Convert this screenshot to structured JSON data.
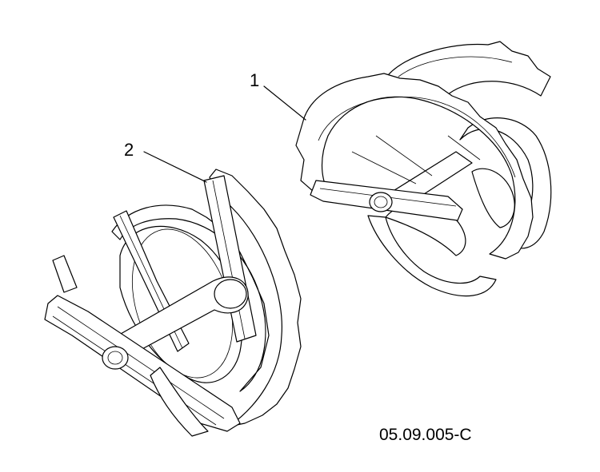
{
  "callouts": [
    {
      "label": "1"
    },
    {
      "label": "2"
    }
  ],
  "figure_code": "05.09.005-C"
}
